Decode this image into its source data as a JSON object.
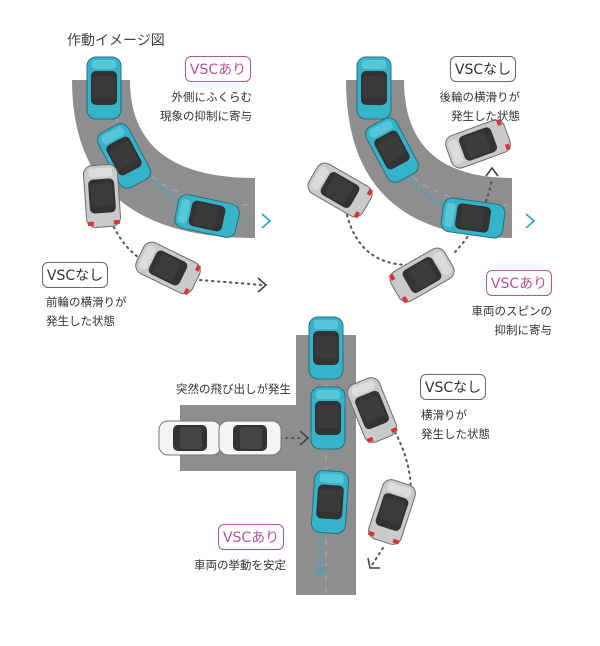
{
  "title": "作動イメージ図",
  "colors": {
    "road": "#8d8e90",
    "road_dark": "#7f8083",
    "vsc_on": "#b5549a",
    "car_on": "#35b4c9",
    "car_off": "#c9cacb",
    "arrow_on": "#2eaabf"
  },
  "panel1": {
    "on_badge": "VSCあり",
    "on_desc": [
      "外側にふくらむ",
      "現象の抑制に寄与"
    ],
    "off_badge": "VSCなし",
    "off_desc": [
      "前輪の横滑りが",
      "発生した状態"
    ]
  },
  "panel2": {
    "off_badge": "VSCなし",
    "off_desc": [
      "後輪の横滑りが",
      "発生した状態"
    ],
    "on_badge": "VSCあり",
    "on_desc": [
      "車両のスピンの",
      "抑制に寄与"
    ]
  },
  "panel3": {
    "event": "突然の飛び出しが発生",
    "off_badge": "VSCなし",
    "off_desc": [
      "横滑りが",
      "発生した状態"
    ],
    "on_badge": "VSCあり",
    "on_desc": [
      "車両の挙動を安定"
    ]
  }
}
